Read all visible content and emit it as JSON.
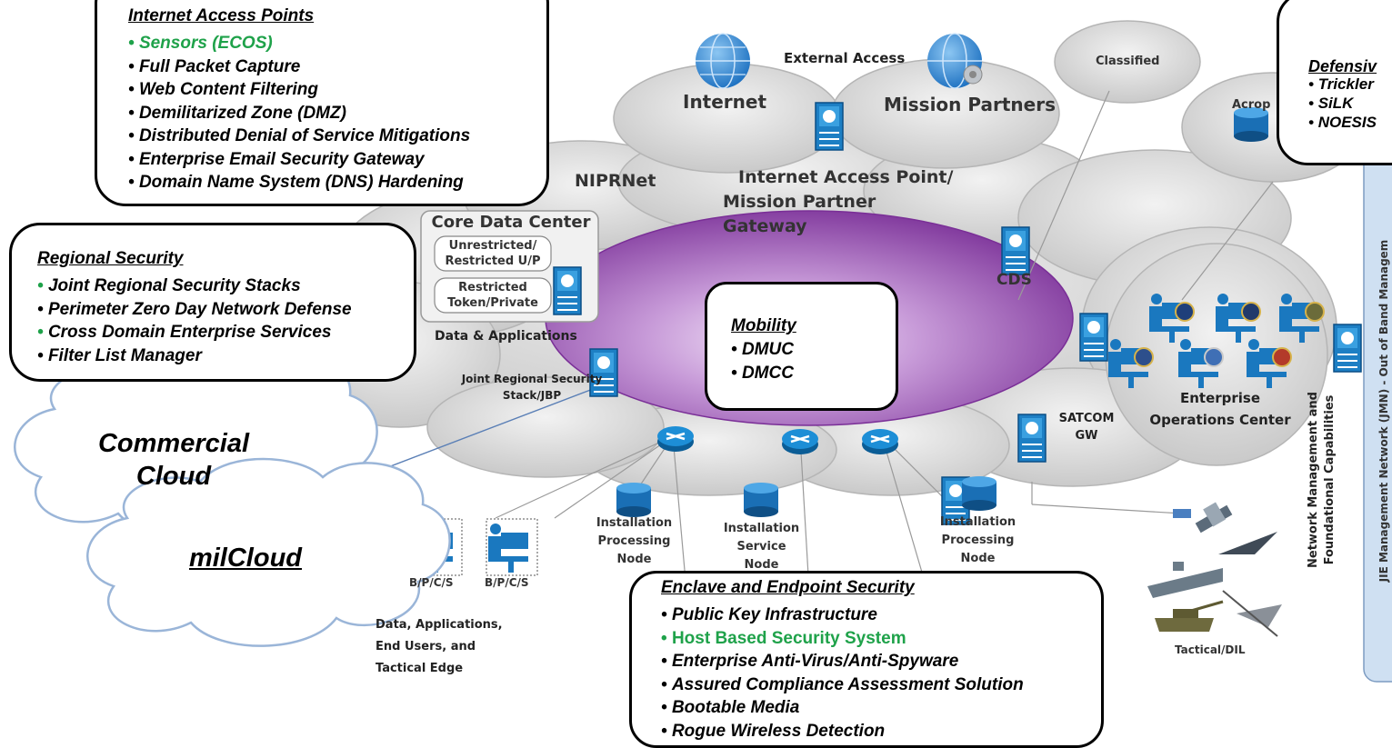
{
  "internet_access_points": {
    "title": "Internet Access Points",
    "items": [
      "Sensors (ECOS)",
      "Full Packet Capture",
      "Web Content Filtering",
      "Demilitarized Zone (DMZ)",
      "Distributed Denial of Service Mitigations",
      "Enterprise Email Security Gateway",
      "Domain Name System (DNS) Hardening"
    ]
  },
  "defensive": {
    "title": "Defensiv",
    "items": [
      "Trickler",
      "SiLK",
      "NOESIS"
    ]
  },
  "regional_security": {
    "title": "Regional Security",
    "items": [
      "Joint Regional Security Stacks",
      "Perimeter Zero Day Network Defense",
      "Cross Domain Enterprise Services",
      "Filter List Manager"
    ]
  },
  "mobility": {
    "title": "Mobility",
    "items": [
      "DMUC",
      "DMCC"
    ]
  },
  "enclave": {
    "title": "Enclave and Endpoint Security",
    "items": [
      "Public Key Infrastructure",
      "Host Based Security System",
      "Enterprise Anti-Virus/Anti-Spyware",
      "Assured Compliance Assessment Solution",
      "Bootable Media",
      "Rogue Wireless Detection"
    ]
  },
  "clouds": {
    "commercial_line1": "Commercial",
    "commercial_line2": "Cloud",
    "milcloud": "milCloud"
  },
  "labels": {
    "external_access": "External Access",
    "internet": "Internet",
    "mission_partners": "Mission Partners",
    "classified": "Classified",
    "acrop": "Acrop",
    "niprnet": "NIPRNet",
    "iap_line1": "Internet Access Point/",
    "iap_line2": "Mission Partner Gateway",
    "core_data_center": "Core Data Center",
    "unrestricted_line1": "Unrestricted/",
    "unrestricted_line2": "Restricted U/P",
    "restricted_line1": "Restricted",
    "restricted_line2": "Token/Private",
    "data_applications": "Data & Applications",
    "jrss_line1": "Joint Regional Security",
    "jrss_line2": "Stack/JBP",
    "cds": "CDS",
    "satcom_line1": "SATCOM",
    "satcom_line2": "GW",
    "eoc_line1": "Enterprise",
    "eoc_line2": "Operations Center",
    "ipn_left_line1": "Installation",
    "ipn_left_line2": "Processing",
    "ipn_left_line3": "Node",
    "isn_line1": "Installation",
    "isn_line2": "Service",
    "isn_line3": "Node",
    "ipn_right_line1": "Installation",
    "ipn_right_line2": "Processing",
    "ipn_right_line3": "Node",
    "bpcs_1": "B/P/C/S",
    "bpcs_2": "B/P/C/S",
    "edge_line1": "Data, Applications,",
    "edge_line2": "End Users, and",
    "edge_line3": "Tactical Edge",
    "tactical": "Tactical/DIL",
    "nm_line1": "Network Management and",
    "nm_line2": "Foundational Capabilities",
    "jmn": "JIE Management Network (JMN) - Out of Band Managem"
  },
  "colors": {
    "green": "#1fa24a",
    "cloud": "#d4d4d4",
    "purple": "#9b4fb6",
    "blue_bar": "#cfe0f2",
    "commercial_cloud_outline": "#9ab5d8"
  }
}
